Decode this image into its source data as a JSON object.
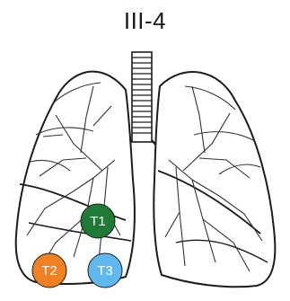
{
  "title": "III-4",
  "colors": {
    "t1": "#1f7a36",
    "t2": "#f08122",
    "t3": "#5fb8ee",
    "outline": "#1c1c1c"
  },
  "tumors": [
    {
      "label": "T1"
    },
    {
      "label": "T2"
    },
    {
      "label": "T3"
    }
  ]
}
